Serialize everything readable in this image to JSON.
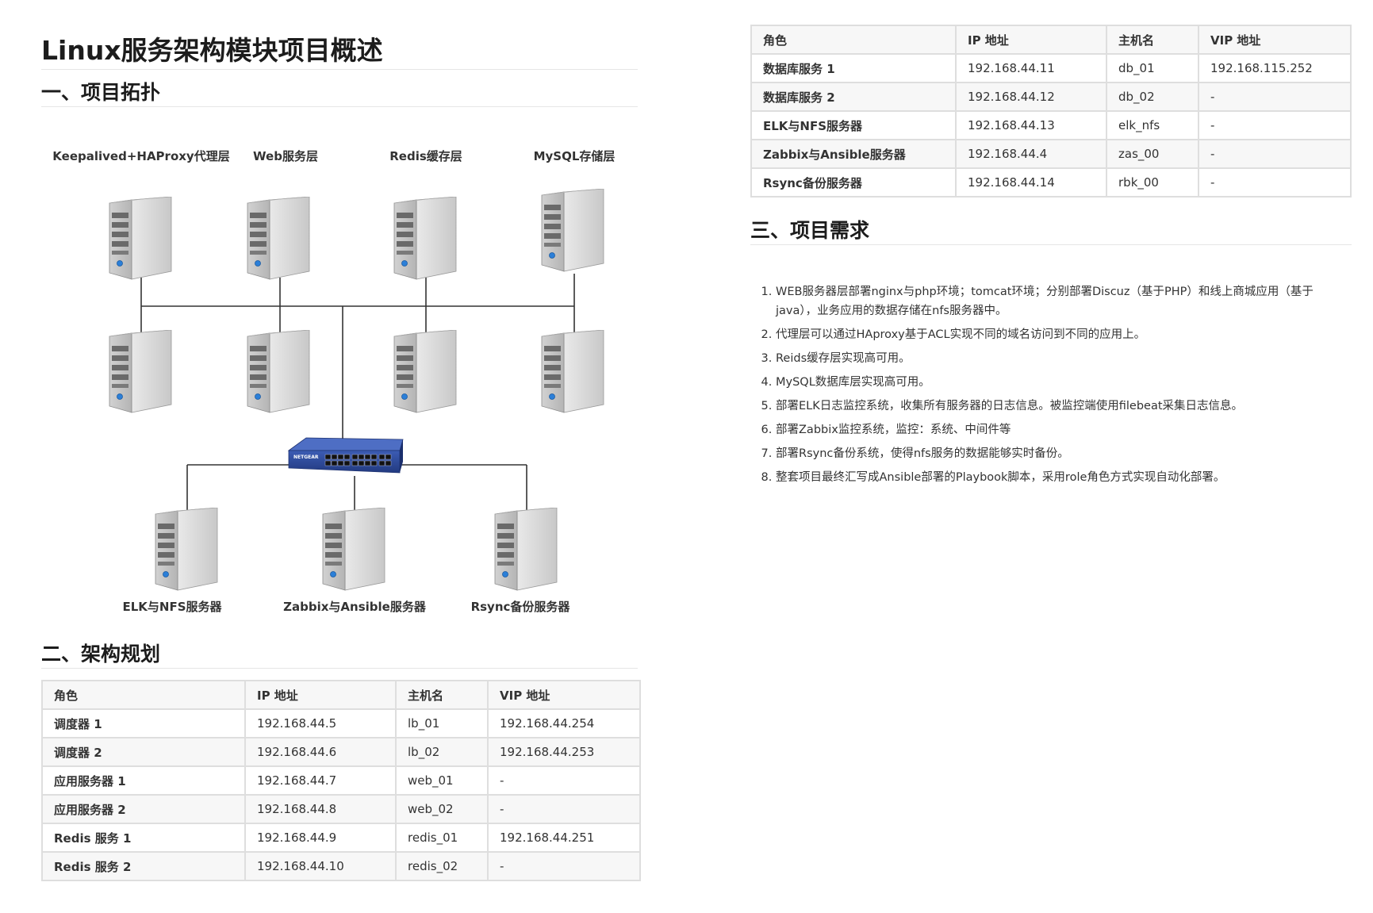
{
  "page": {
    "title": "Linux服务架构模块项目概述",
    "section1": "一、项目拓扑",
    "section2": "二、架构规划",
    "section3": "三、项目需求"
  },
  "topology": {
    "layers": [
      "Keepalived+HAProxy代理层",
      "Web服务层",
      "Redis缓存层",
      "MySQL存储层"
    ],
    "bottom_servers": [
      "ELK与NFS服务器",
      "Zabbix与Ansible服务器",
      "Rsync备份服务器"
    ],
    "switch_brand": "NETGEAR"
  },
  "headers": [
    "角色",
    "IP 地址",
    "主机名",
    "VIP 地址"
  ],
  "arch_table": [
    [
      "调度器 1",
      "192.168.44.5",
      "lb_01",
      "192.168.44.254"
    ],
    [
      "调度器 2",
      "192.168.44.6",
      "lb_02",
      "192.168.44.253"
    ],
    [
      "应用服务器 1",
      "192.168.44.7",
      "web_01",
      "-"
    ],
    [
      "应用服务器 2",
      "192.168.44.8",
      "web_02",
      "-"
    ],
    [
      "Redis 服务 1",
      "192.168.44.9",
      "redis_01",
      "192.168.44.251"
    ],
    [
      "Redis 服务 2",
      "192.168.44.10",
      "redis_02",
      "-"
    ]
  ],
  "db_table": [
    [
      "数据库服务 1",
      "192.168.44.11",
      "db_01",
      "192.168.115.252"
    ],
    [
      "数据库服务 2",
      "192.168.44.12",
      "db_02",
      "-"
    ],
    [
      "ELK与NFS服务器",
      "192.168.44.13",
      "elk_nfs",
      "-"
    ],
    [
      "Zabbix与Ansible服务器",
      "192.168.44.4",
      "zas_00",
      "-"
    ],
    [
      "Rsync备份服务器",
      "192.168.44.14",
      "rbk_00",
      "-"
    ]
  ],
  "requirements": [
    "WEB服务器层部署nginx与php环境；tomcat环境；分别部署Discuz（基于PHP）和线上商城应用（基于java），业务应用的数据存储在nfs服务器中。",
    "代理层可以通过HAproxy基于ACL实现不同的域名访问到不同的应用上。",
    "Reids缓存层实现高可用。",
    "MySQL数据库层实现高可用。",
    "部署ELK日志监控系统，收集所有服务器的日志信息。被监控端使用filebeat采集日志信息。",
    "部署Zabbix监控系统，监控：系统、中间件等",
    "部署Rsync备份系统，使得nfs服务的数据能够实时备份。",
    "整套项目最终汇写成Ansible部署的Playbook脚本，采用role角色方式实现自动化部署。"
  ]
}
